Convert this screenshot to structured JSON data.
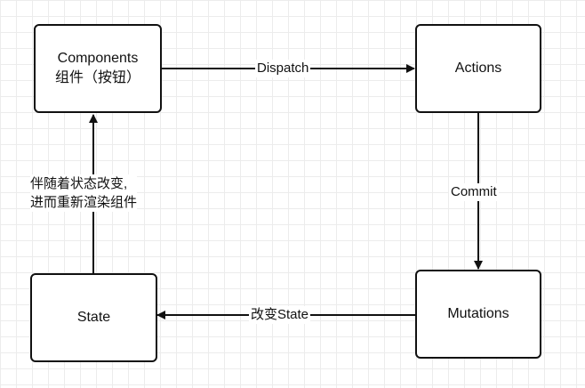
{
  "nodes": {
    "components": {
      "line1": "Components",
      "line2": "组件（按钮）"
    },
    "actions": {
      "label": "Actions"
    },
    "mutations": {
      "label": "Mutations"
    },
    "state": {
      "label": "State"
    }
  },
  "edges": {
    "dispatch": "Dispatch",
    "commit": "Commit",
    "change_state": "改变State",
    "rerender": {
      "line1": "伴随着状态改变,",
      "line2": "进而重新渲染组件"
    }
  }
}
